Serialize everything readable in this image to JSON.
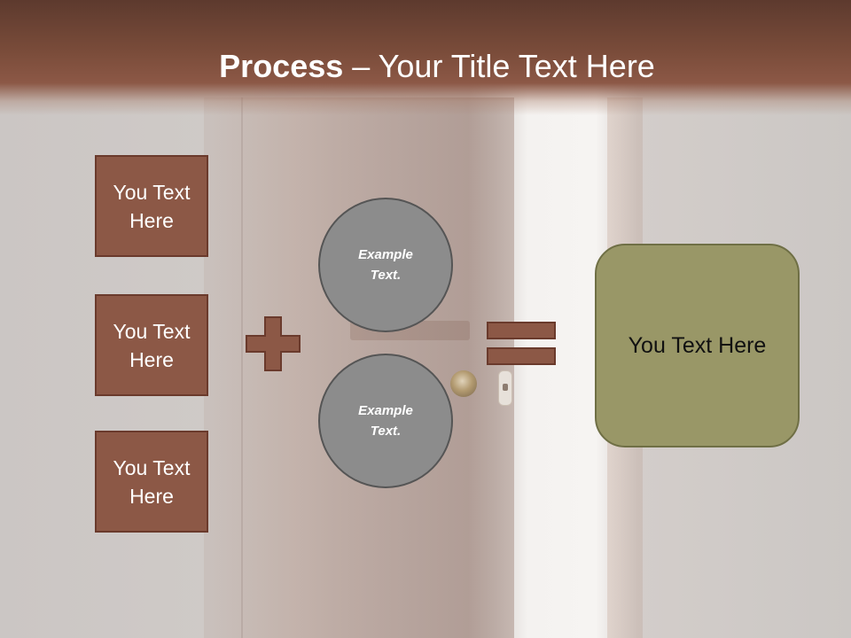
{
  "slide": {
    "title_bold": "Process",
    "title_rest": " – Your Title Text Here"
  },
  "left_boxes": [
    {
      "label": "You Text Here"
    },
    {
      "label": "You Text Here"
    },
    {
      "label": "You Text Here"
    }
  ],
  "circles": [
    {
      "label": "Example Text."
    },
    {
      "label": "Example Text."
    }
  ],
  "result": {
    "label": "You Text Here"
  },
  "operators": {
    "plus": "plus-icon",
    "equals": "equals-icon"
  },
  "colors": {
    "header": "#7a4c3a",
    "box_fill": "#8c5846",
    "box_border": "#6a3a2c",
    "circle_fill": "#8c8c8c",
    "result_fill": "#999767"
  }
}
